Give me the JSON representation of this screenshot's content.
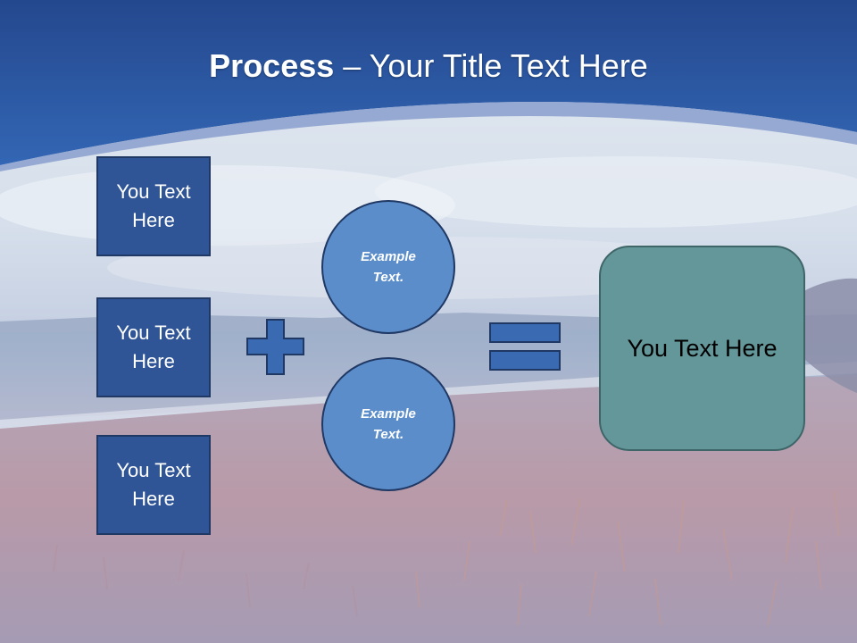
{
  "slide": {
    "title_bold": "Process",
    "title_rest": " – Your Title Text Here",
    "left_boxes": [
      {
        "label": "You Text\nHere"
      },
      {
        "label": "You Text\nHere"
      },
      {
        "label": "You Text\nHere"
      }
    ],
    "circles": [
      {
        "label": "Example\nText."
      },
      {
        "label": "Example\nText."
      }
    ],
    "result_label": "You Text Here"
  },
  "colors": {
    "header_blue": "#2a54a0",
    "box_fill": "#2f5597",
    "circle_fill": "#5b8dca",
    "result_fill": "#64979a",
    "symbol_fill": "#3a6ab2"
  },
  "icons": {
    "operator_1": "plus-icon",
    "operator_2": "equals-icon"
  }
}
